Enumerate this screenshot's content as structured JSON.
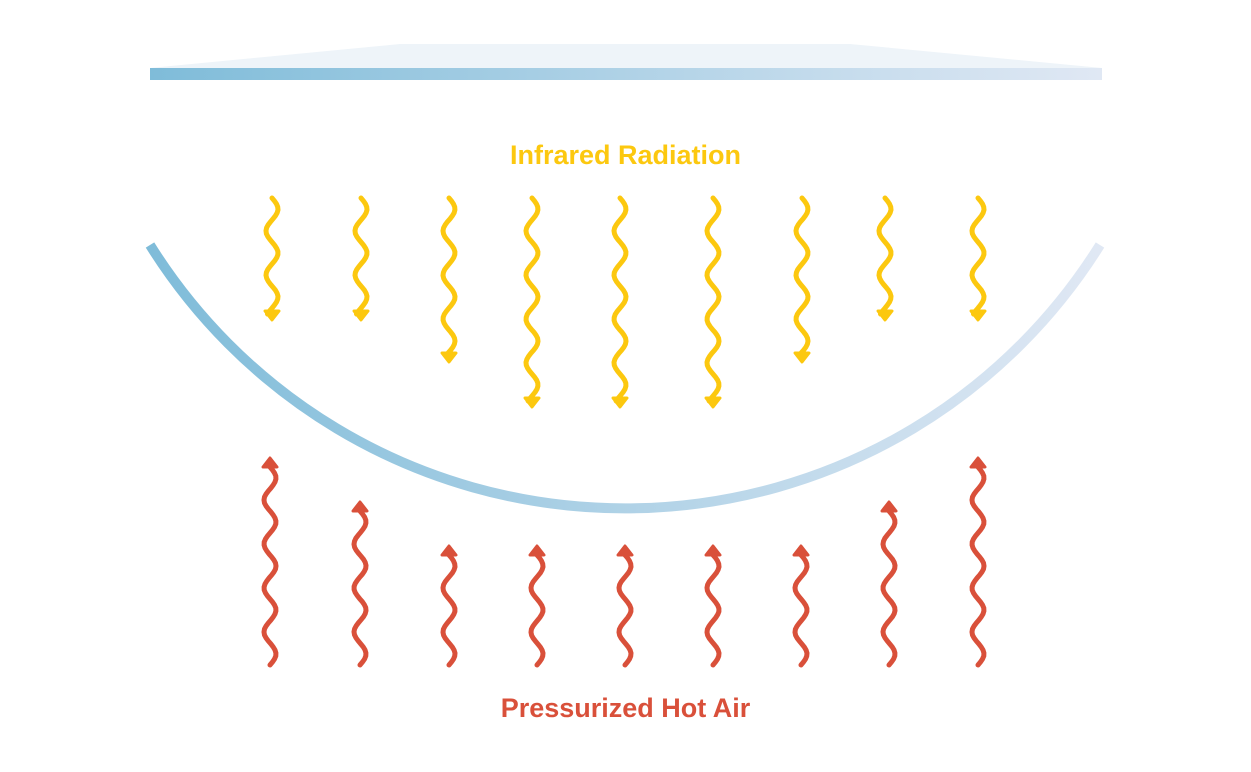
{
  "top_label": "Infrared Radiation",
  "bottom_label": "Pressurized Hot Air",
  "colors": {
    "infrared": "#fcc80f",
    "hot_air": "#d9503a",
    "glass_start": "#7fbcd9",
    "glass_end": "#e0e8f4",
    "glass_top": "#eef4f9"
  },
  "infrared_arrow_count": 9,
  "hot_air_arrow_count": 9
}
